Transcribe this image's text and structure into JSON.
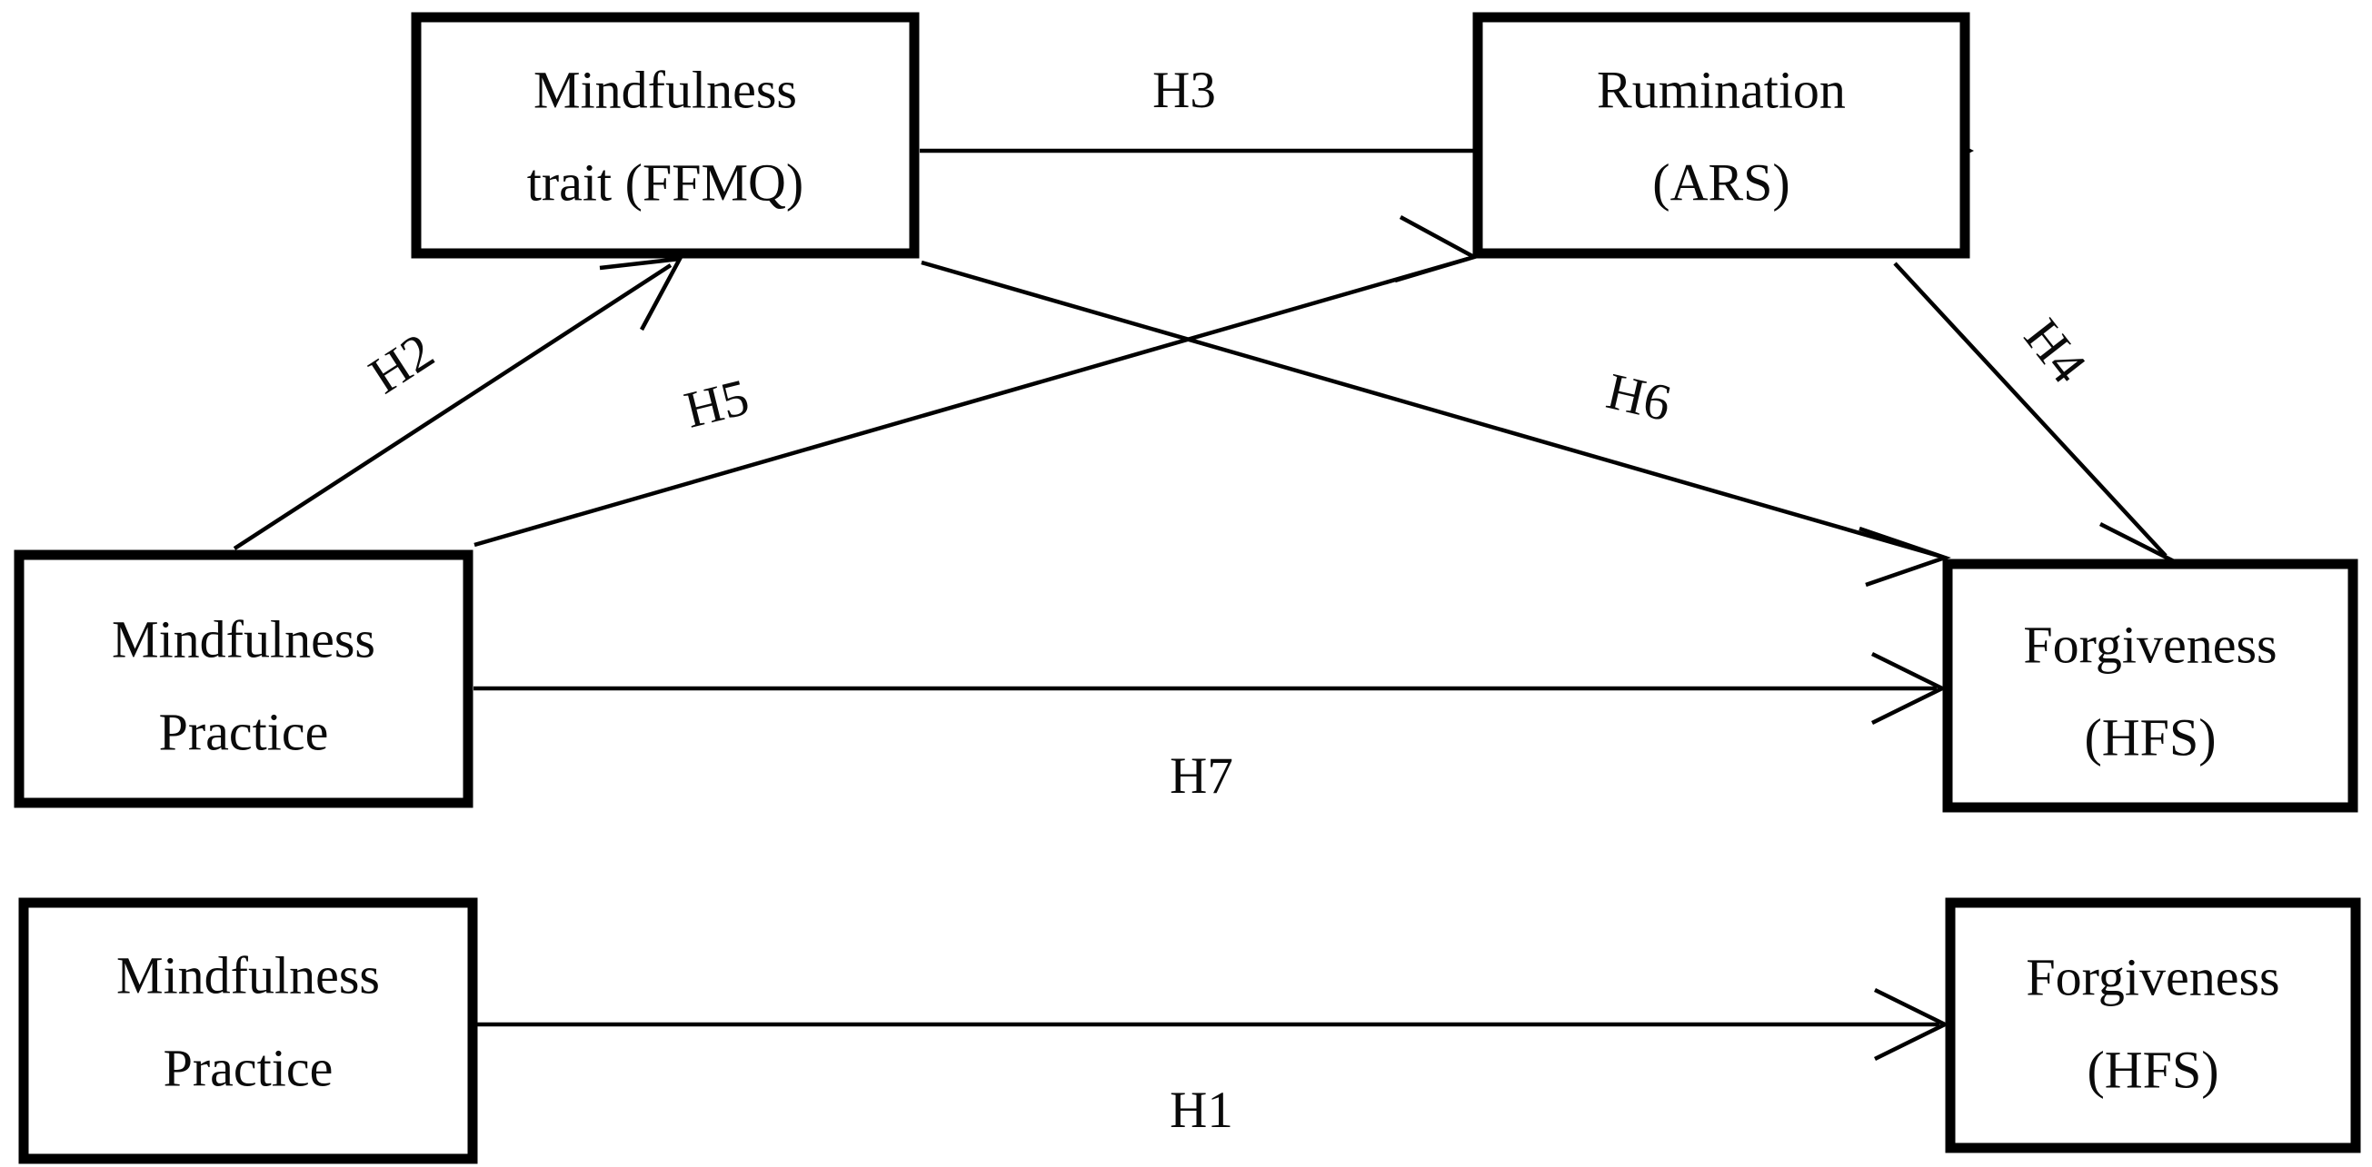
{
  "diagram": {
    "type": "path-model",
    "title": "",
    "nodes": [
      {
        "id": "ffmq",
        "line1": "Mindfulness",
        "line2": "trait (FFMQ)"
      },
      {
        "id": "ars",
        "line1": "Rumination",
        "line2": "(ARS)"
      },
      {
        "id": "practice_1",
        "line1": "Mindfulness",
        "line2": "Practice"
      },
      {
        "id": "hfs_1",
        "line1": "Forgiveness",
        "line2": "(HFS)"
      },
      {
        "id": "practice_2",
        "line1": "Mindfulness",
        "line2": "Practice"
      },
      {
        "id": "hfs_2",
        "line1": "Forgiveness",
        "line2": "(HFS)"
      }
    ],
    "edges": [
      {
        "id": "h1",
        "label": "H1",
        "from": "practice_2",
        "to": "hfs_2"
      },
      {
        "id": "h2",
        "label": "H2",
        "from": "practice_1",
        "to": "ffmq"
      },
      {
        "id": "h3",
        "label": "H3",
        "from": "ffmq",
        "to": "ars"
      },
      {
        "id": "h4",
        "label": "H4",
        "from": "ars",
        "to": "hfs_1"
      },
      {
        "id": "h5",
        "label": "H5",
        "from": "practice_1",
        "to": "ars"
      },
      {
        "id": "h6",
        "label": "H6",
        "from": "ffmq",
        "to": "hfs_1"
      },
      {
        "id": "h7",
        "label": "H7",
        "from": "practice_1",
        "to": "hfs_1"
      }
    ],
    "colors": {
      "box_stroke": "#000000",
      "box_fill": "#ffffff",
      "line": "#000000",
      "text": "#0a0a0a",
      "background": "#ffffff"
    }
  }
}
